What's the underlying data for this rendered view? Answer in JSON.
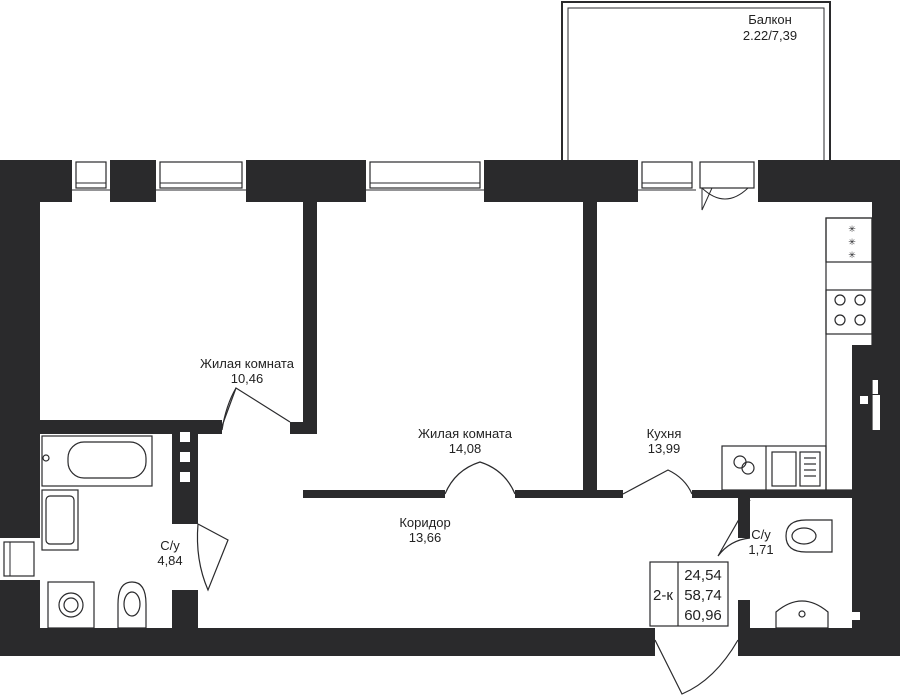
{
  "plan": {
    "balcony": {
      "name": "Балкон",
      "area": "2.22/7,39"
    },
    "rooms": [
      {
        "name": "Жилая комната",
        "area": "10,46"
      },
      {
        "name": "Жилая комната",
        "area": "14,08"
      },
      {
        "name": "Кухня",
        "area": "13,99"
      },
      {
        "name": "Коридор",
        "area": "13,66"
      },
      {
        "name": "С/у",
        "area": "4,84"
      },
      {
        "name": "С/у",
        "area": "1,71"
      }
    ],
    "summary": {
      "type": "2-к",
      "living_area": "24,54",
      "total_area": "58,74",
      "total_with_balcony": "60,96"
    }
  },
  "colors": {
    "wall": "#2a2a2c",
    "line": "#2a2a2c",
    "background": "#ffffff"
  }
}
